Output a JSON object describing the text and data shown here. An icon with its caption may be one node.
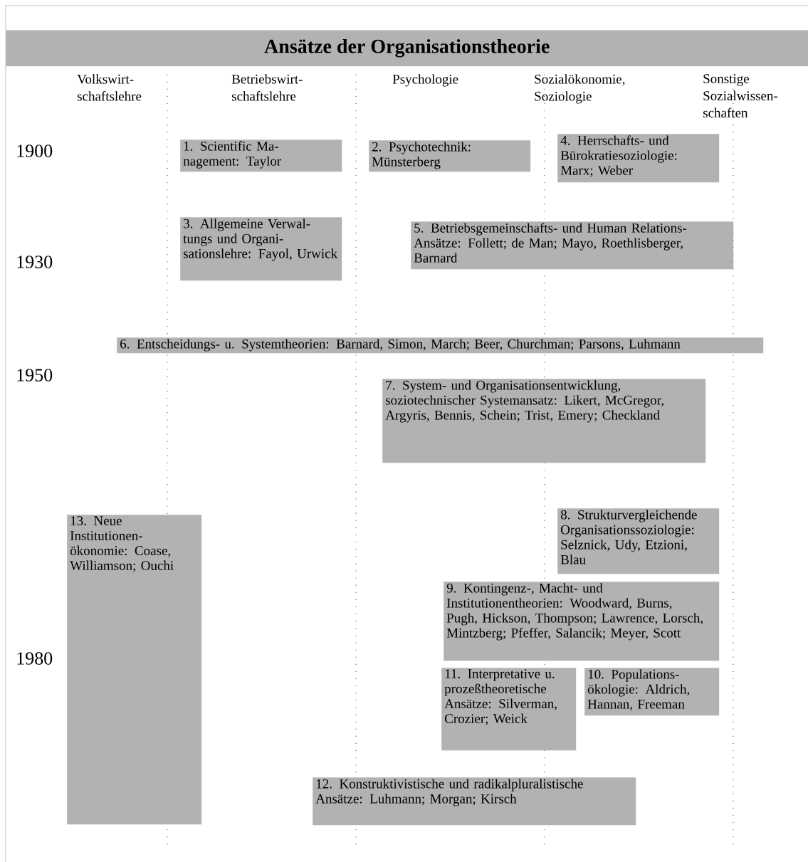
{
  "diagram": {
    "title": "Ansätze der Organisationstheorie",
    "nodes": [
      {
        "text": [
          "1. Scientific Ma- nagement: Taylor"
        ]
      },
      {
        "text": [
          "2. Psychotechnik: Münsterberg"
        ]
      },
      {
        "text": [
          "4. Herrschafts- und Bürokratiesoziologie: Marx; Weber"
        ]
      },
      {
        "text": [
          "3. Allgemeine Verwal- tungs und Organi- sationslehre: Fayol, Urwick"
        ]
      },
      {
        "text": [
          "5. Betriebsgemeinschafts- und Human Relations-Ansätze: Follett; de Man; Mayo, Roethlisberger, Barnard"
        ]
      },
      {
        "text": [
          "6. Entscheidungs- u. Systemtheorien: Barnard, Simon, March; Beer, Churchman; Parsons, Luhmann"
        ]
      },
      {
        "text": [
          "7. System- und Organisationsentwicklung, soziotechnischer Systemansatz: Likert, McGregor, Argyris, Bennis, Schein; Trist, Emery; Checkland"
        ]
      },
      {
        "text": [
          "13. Neue Institutionen- ökonomie: Coase, Williamson; Ouchi"
        ]
      },
      {
        "text": [
          "8. Strukturvergleichende Organisationssoziologie: Selznick, Udy, Etzioni, Blau"
        ]
      },
      {
        "text": [
          "9. Kontingenz-, Macht- und Institutionentheorien: Woodward, Burns, Pugh, Hickson, Thompson; Lawrence, Lorsch, Mintzberg; Pfeffer, Salancik; Meyer, Scott"
        ]
      },
      {
        "text": [
          "11. Interpretative u. prozeßtheoretische Ansätze: Silverman, Crozier; Weick"
        ]
      },
      {
        "text": [
          "10. Populations- ökologie: Aldrich, Hannan, Freeman"
        ]
      },
      {
        "text": [
          "12. Konstruktivistische und radikalpluralistische Ansätze: Luhmann; Morgan; Kirsch"
        ]
      }
    ],
    "labels": [
      "Volkswirt- schaftslehre",
      "Betriebswirt- schaftslehre",
      "Psychologie",
      "Sozialökonomie, Soziologie",
      "Sonstige Sozialwissen- schaften",
      "1900",
      "1930",
      "1950",
      "1980"
    ]
  }
}
